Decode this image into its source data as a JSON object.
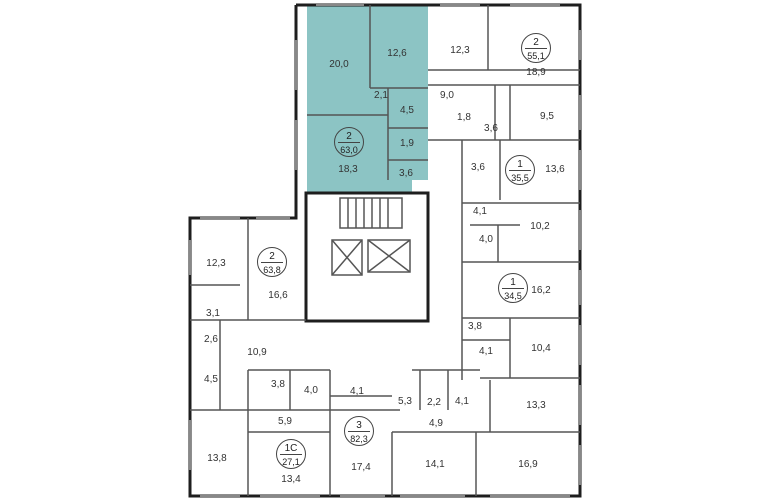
{
  "highlight_color": "#8cc4c4",
  "badges": [
    {
      "id": "apt-55-1",
      "num": "2",
      "area": "55,1"
    },
    {
      "id": "apt-63-0",
      "num": "2",
      "area": "63,0"
    },
    {
      "id": "apt-35-5",
      "num": "1",
      "area": "35,5"
    },
    {
      "id": "apt-63-8",
      "num": "2",
      "area": "63,8"
    },
    {
      "id": "apt-34-5",
      "num": "1",
      "area": "34,5"
    },
    {
      "id": "apt-82-3",
      "num": "3",
      "area": "82,3"
    },
    {
      "id": "apt-27-1",
      "num": "1С",
      "area": "27,1"
    }
  ],
  "rooms": [
    "20,0",
    "12,6",
    "12,3",
    "18,9",
    "2,1",
    "4,5",
    "9,0",
    "1,8",
    "3,6",
    "9,5",
    "1,9",
    "18,3",
    "3,6",
    "3,6",
    "13,6",
    "4,1",
    "10,2",
    "4,0",
    "12,3",
    "16,6",
    "16,2",
    "3,1",
    "2,6",
    "3,8",
    "10,9",
    "4,1",
    "10,4",
    "4,5",
    "3,8",
    "4,0",
    "4,1",
    "5,3",
    "2,2",
    "4,1",
    "13,3",
    "5,9",
    "4,9",
    "13,8",
    "13,4",
    "17,4",
    "14,1",
    "16,9"
  ]
}
